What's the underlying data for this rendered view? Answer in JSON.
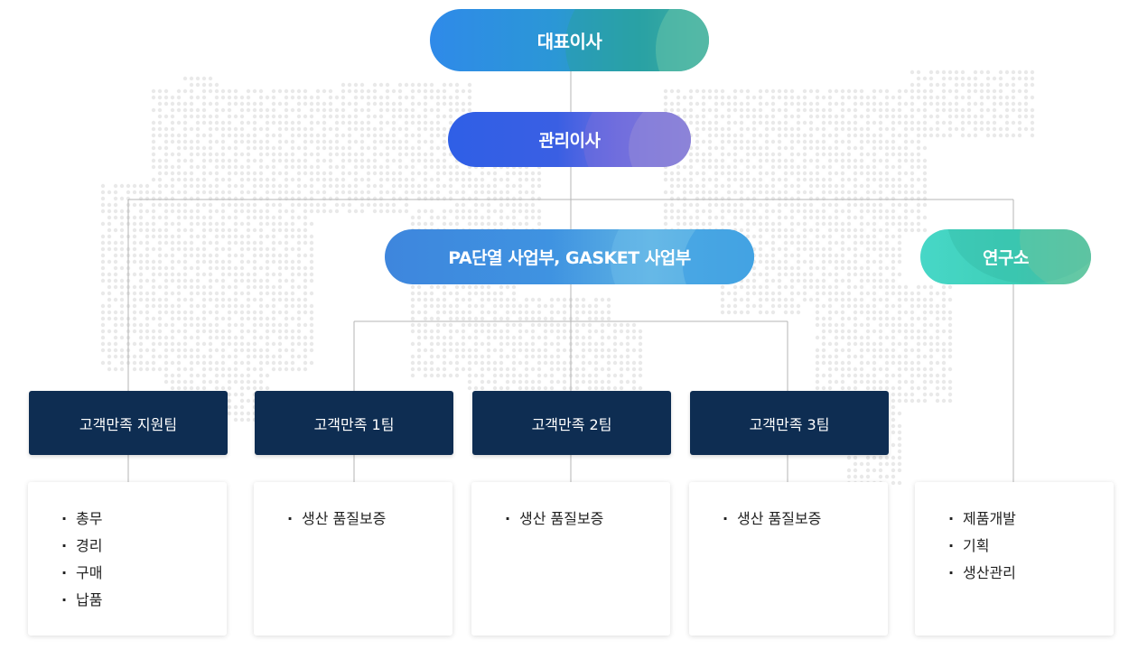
{
  "org": {
    "ceo": "대표이사",
    "management": "관리이사",
    "business": "PA단열 사업부, GASKET 사업부",
    "lab": "연구소",
    "teams": [
      {
        "name": "고객만족 지원팀",
        "duties": [
          "총무",
          "경리",
          "구매",
          "납품"
        ]
      },
      {
        "name": "고객만족 1팀",
        "duties": [
          "생산 품질보증"
        ]
      },
      {
        "name": "고객만족 2팀",
        "duties": [
          "생산 품질보증"
        ]
      },
      {
        "name": "고객만족 3팀",
        "duties": [
          "생산 품질보증"
        ]
      }
    ],
    "lab_duties": [
      "제품개발",
      "기획",
      "생산관리"
    ]
  },
  "colors": {
    "team_box": "#0e2d52",
    "connector": "#b5b5b5",
    "map_dot": "#e9e9e9"
  }
}
